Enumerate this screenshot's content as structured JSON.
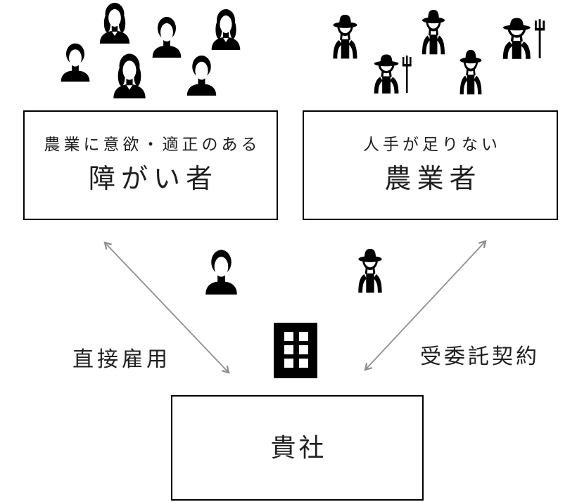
{
  "boxes": {
    "disabled_workers": {
      "subtitle": "農業に意欲・適正のある",
      "title": "障がい者"
    },
    "farmers": {
      "subtitle": "人手が足りない",
      "title": "農業者"
    },
    "company": {
      "title": "貴社"
    }
  },
  "labels": {
    "left_relation": "直接雇用",
    "right_relation": "受委託契約"
  },
  "icons": {
    "top_left_group": [
      "person-female-icon",
      "person-male-icon",
      "person-female-icon",
      "person-male-icon",
      "person-female-icon",
      "person-male-icon"
    ],
    "top_right_group": [
      "farmer-icon",
      "farmer-with-pitchfork-icon",
      "farmer-icon",
      "farmer-icon",
      "farmer-with-pitchfork-icon"
    ],
    "center_left": "person-male-icon",
    "center_right": "farmer-icon",
    "company": "building-icon"
  },
  "colors": {
    "background": "#ffffff",
    "box_border": "#000000",
    "text": "#1f1f1f",
    "arrow": "#8f8f8f",
    "icon": "#000000"
  }
}
